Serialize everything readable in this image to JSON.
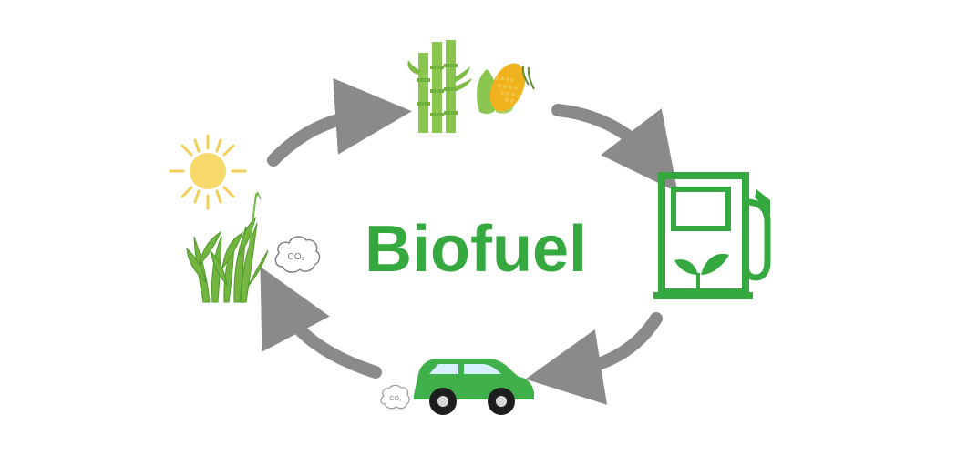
{
  "diagram": {
    "title": "Biofuel",
    "co2_label_plant": "CO₂",
    "co2_label_car": "CO₂"
  },
  "colors": {
    "green": "#35a83f",
    "light_green": "#8fca5a",
    "dark_green": "#2e8b3a",
    "corn_yellow": "#f0b21f",
    "sun_yellow": "#f7d86a",
    "arrow_gray": "#8a8a8a"
  },
  "icons": [
    "sun-icon",
    "sugarcane-icon",
    "corn-icon",
    "fuel-pump-icon",
    "car-icon",
    "plant-icon",
    "co2-cloud-icon"
  ]
}
